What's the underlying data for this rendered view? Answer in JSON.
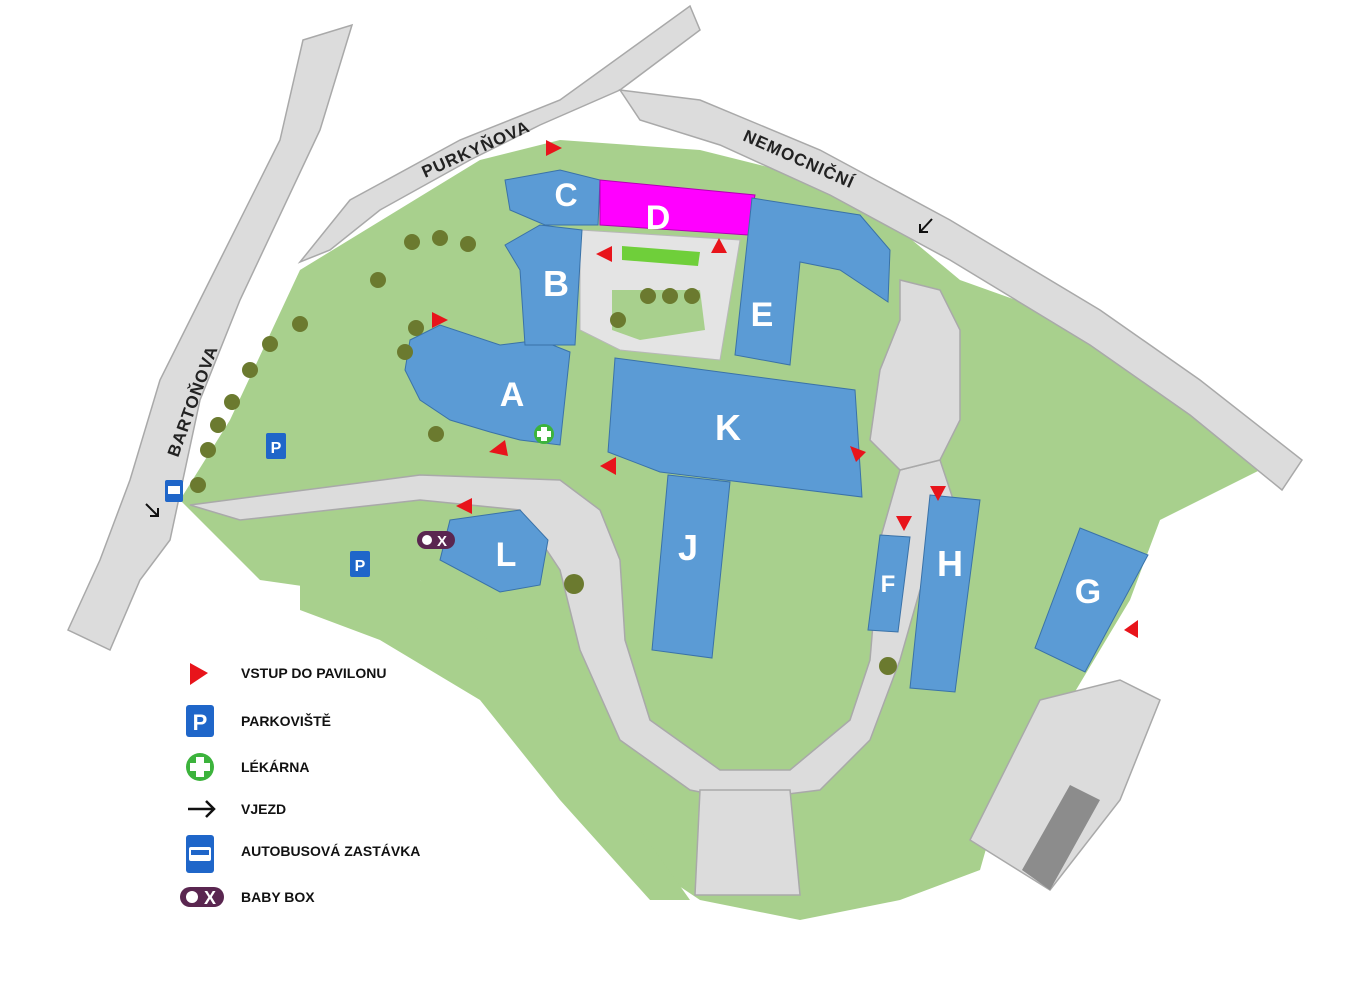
{
  "colors": {
    "background": "#ffffff",
    "road": "#dcdcdc",
    "road_edge": "#a9a9a9",
    "grass": "#a8d08d",
    "building": "#5b9bd5",
    "building_highlight": "#ff00ff",
    "entrance": "#e8141b",
    "parking": "#1f66c9",
    "pharmacy": "#3cb33c",
    "baby_box": "#5a2650",
    "tree": "#6b7a2f"
  },
  "streets": {
    "purkynova": "PURKYŇOVA",
    "nemocnicni": "NEMOCNIČNÍ",
    "bartonova": "BARTOŇOVA"
  },
  "buildings": {
    "A": "A",
    "B": "B",
    "C": "C",
    "D": "D",
    "E": "E",
    "F": "F",
    "G": "G",
    "H": "H",
    "J": "J",
    "K": "K",
    "L": "L"
  },
  "map_symbols": {
    "parking_letter": "P",
    "baby_box_letter": "X"
  },
  "legend": [
    {
      "icon": "entrance-triangle-icon",
      "label": "VSTUP DO PAVILONU"
    },
    {
      "icon": "parking-icon",
      "label": "PARKOVIŠTĚ"
    },
    {
      "icon": "pharmacy-cross-icon",
      "label": "LÉKÁRNA"
    },
    {
      "icon": "arrow-right-icon",
      "label": "VJEZD"
    },
    {
      "icon": "bus-stop-icon",
      "label": "AUTOBUSOVÁ ZASTÁVKA"
    },
    {
      "icon": "baby-box-icon",
      "label": "BABY BOX"
    }
  ]
}
